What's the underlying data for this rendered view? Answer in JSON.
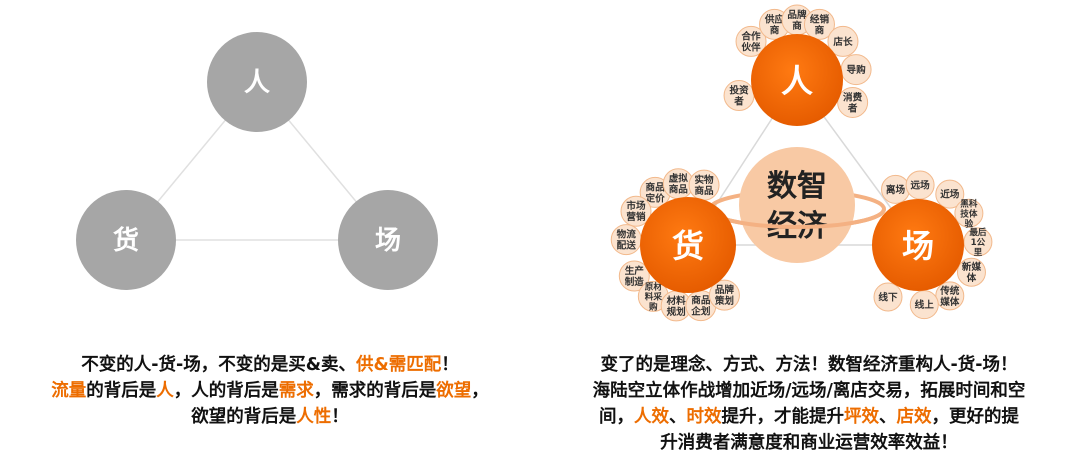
{
  "left_diagram": {
    "nodes": {
      "person": "人",
      "goods": "货",
      "venue": "场"
    }
  },
  "right_diagram": {
    "center": {
      "line1": "数智",
      "line2": "经济"
    },
    "nodes": {
      "person": "人",
      "goods": "货",
      "venue": "场"
    },
    "person_satellites": [
      "合作伙伴",
      "供应商",
      "品牌商",
      "经销商",
      "店长",
      "导购",
      "消费者",
      "投资者"
    ],
    "goods_satellites": [
      "商品定价",
      "虚拟商品",
      "实物商品",
      "市场营销",
      "物流配送",
      "生产制造",
      "原材料采购",
      "材料规划",
      "商品企划",
      "品牌策划"
    ],
    "venue_satellites": [
      "离场",
      "远场",
      "近场",
      "黑科技体验",
      "最后1公里",
      "新媒体",
      "传统媒体",
      "线上",
      "线下"
    ]
  },
  "captions": {
    "left": [
      [
        {
          "t": "不变的人-货-场，不变的是买&卖、"
        },
        {
          "t": "供&需匹配",
          "hl": true
        },
        {
          "t": "！"
        }
      ],
      [
        {
          "t": "流量",
          "hl": true
        },
        {
          "t": "的背后是"
        },
        {
          "t": "人",
          "hl": true
        },
        {
          "t": "，人的背后是"
        },
        {
          "t": "需求",
          "hl": true
        },
        {
          "t": "，需求的背后是"
        },
        {
          "t": "欲望",
          "hl": true
        },
        {
          "t": "，"
        }
      ],
      [
        {
          "t": "欲望的背后是"
        },
        {
          "t": "人性",
          "hl": true
        },
        {
          "t": "！"
        }
      ]
    ],
    "right": [
      [
        {
          "t": "变了的是理念、方式、方法！数智经济重构人-货-场！"
        }
      ],
      [
        {
          "t": "海陆空立体作战增加近场/远场/离店交易，拓展时间和空"
        }
      ],
      [
        {
          "t": "间，"
        },
        {
          "t": "人效",
          "hl": true
        },
        {
          "t": "、"
        },
        {
          "t": "时效",
          "hl": true
        },
        {
          "t": "提升，才能提升"
        },
        {
          "t": "坪效",
          "hl": true
        },
        {
          "t": "、"
        },
        {
          "t": "店效",
          "hl": true
        },
        {
          "t": "，更好的提"
        }
      ],
      [
        {
          "t": "升消费者满意度和商业运营效率效益！"
        }
      ]
    ]
  },
  "colors": {
    "orange": "#ed6d00",
    "grey": "#a6a6a6",
    "peach": "#f8c9a4",
    "highlight": "#ed6d00"
  }
}
